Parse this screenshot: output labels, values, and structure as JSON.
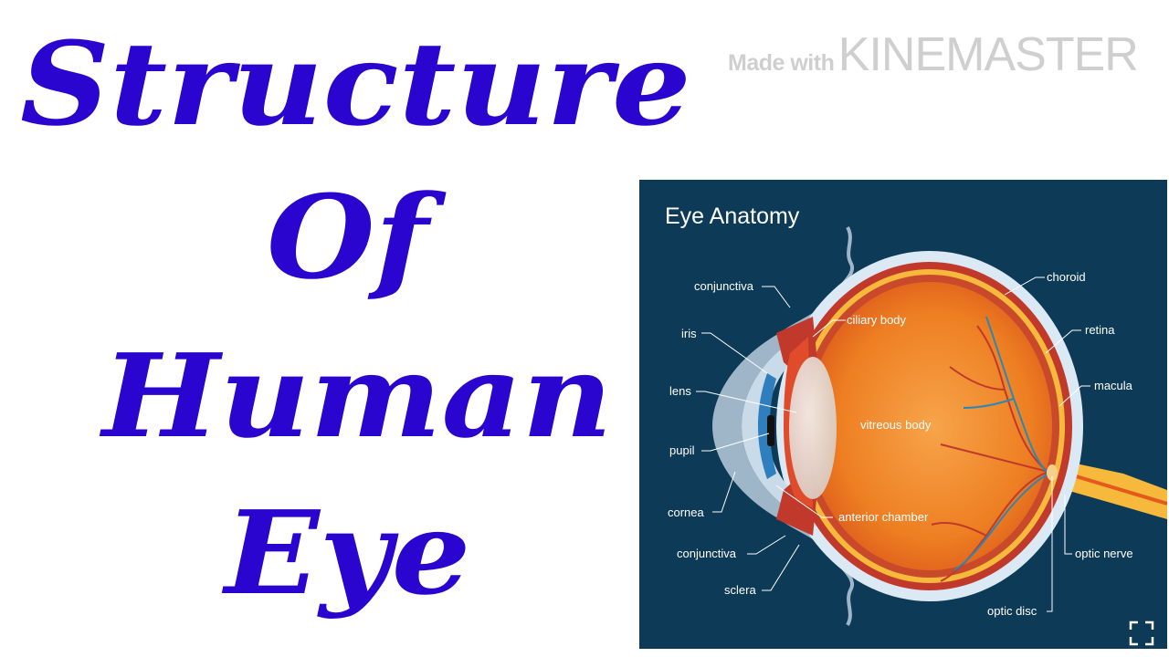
{
  "title_lines": [
    "Structure",
    "Of",
    "Human",
    "Eye"
  ],
  "watermark": {
    "made_with": "Made with",
    "brand": "KINEMASTER"
  },
  "panel": {
    "title": "Eye Anatomy",
    "labels": {
      "conjunctiva_top": "conjunctiva",
      "iris": "iris",
      "lens": "lens",
      "pupil": "pupil",
      "cornea": "cornea",
      "conjunctiva_bottom": "conjunctiva",
      "sclera": "sclera",
      "ciliary_body": "ciliary body",
      "vitreous_body": "vitreous body",
      "anterior_chamber": "anterior chamber",
      "choroid": "choroid",
      "retina": "retina",
      "macula": "macula",
      "optic_nerve": "optic nerve",
      "optic_disc": "optic disc"
    },
    "expand_icon": "fullscreen-expand-icon"
  },
  "colors": {
    "title": "#2a05d0",
    "panel_bg": "#0d3a57",
    "sclera": "#dbe9f5",
    "choroid": "#c0392b",
    "retina": "#f6b93b",
    "vitreous": "#f08a2a",
    "iris": "#2f7fbf"
  }
}
